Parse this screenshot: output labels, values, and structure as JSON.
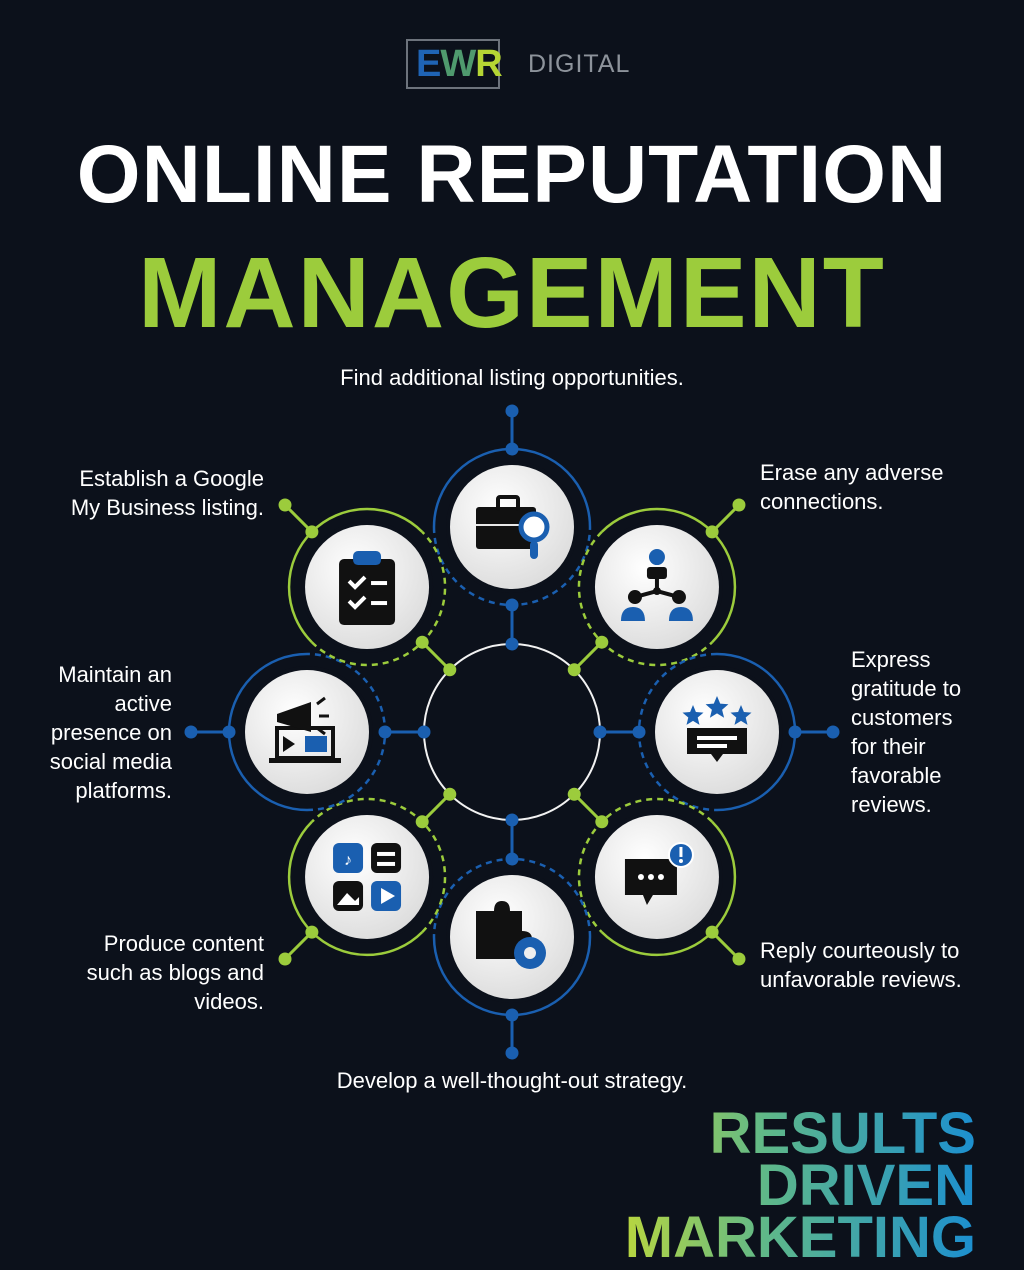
{
  "logo": {
    "mark": "EWR",
    "digital": "DIGITAL"
  },
  "title": {
    "line1": "ONLINE REPUTATION",
    "line2": "MANAGEMENT"
  },
  "steps": [
    {
      "text": "Find additional listing opportunities.",
      "icon": "briefcase-search-icon"
    },
    {
      "text": "Erase any adverse\nconnections.",
      "icon": "network-people-icon"
    },
    {
      "text": "Express\ngratitude to\ncustomers\nfor their\nfavorable\nreviews.",
      "icon": "star-review-icon"
    },
    {
      "text": "Reply courteously to\nunfavorable reviews.",
      "icon": "chat-alert-icon"
    },
    {
      "text": "Develop a well-thought-out strategy.",
      "icon": "puzzle-gear-icon"
    },
    {
      "text": "Produce content\nsuch as blogs and\nvideos.",
      "icon": "content-apps-icon"
    },
    {
      "text": "Maintain an\nactive\npresence on\nsocial media\nplatforms.",
      "icon": "megaphone-laptop-icon"
    },
    {
      "text": "Establish a Google\nMy Business listing.",
      "icon": "clipboard-check-icon"
    }
  ],
  "slogan": {
    "line1": "RESULTS",
    "line2": "DRIVEN",
    "line3": "MARKETING"
  },
  "colors": {
    "background": "#0c111b",
    "blue": "#1a5fb0",
    "green": "#9ccc3c",
    "white": "#ffffff"
  }
}
